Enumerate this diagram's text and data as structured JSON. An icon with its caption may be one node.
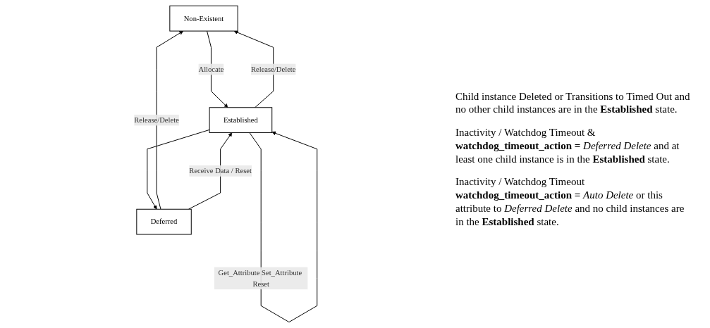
{
  "diagram": {
    "nodes": [
      {
        "text": [
          "Non-Existent"
        ]
      },
      {
        "text": [
          "Deferred"
        ]
      },
      {
        "text": [
          "Established"
        ]
      }
    ],
    "edges": [
      {
        "from": 1,
        "to": 0,
        "arrow": "to",
        "label": "Release/Delete"
      },
      {
        "from": 0,
        "to": 2,
        "arrow": "to",
        "label": "Allocate"
      },
      {
        "from": 2,
        "to": 0,
        "arrow": "to",
        "label": "Release/Delete"
      },
      {
        "from": 1,
        "to": 2,
        "arrow": "to",
        "label": "Receive Data / Reset"
      },
      {
        "from": 2,
        "to": 1,
        "arrow": "to"
      },
      {
        "from": 2,
        "to": 2,
        "arrow": "to",
        "label": "Get_Attribute Set_Attribute Reset"
      }
    ],
    "labels": [
      "Child instance Deleted or Transitions to Timed Out and no other child instances are in the **Established** state.",
      "Inactivity / Watchdog Timeout & **watchdog_timeout_action =** *Deferred Delete* and at least one child instance is in the **Established** state.",
      "Inactivity / Watchdog Timeout **watchdog_timeout_action =** *Auto Delete* or this attribute to *Deferred Delete* and no child instances are in the **Established** state."
    ]
  }
}
